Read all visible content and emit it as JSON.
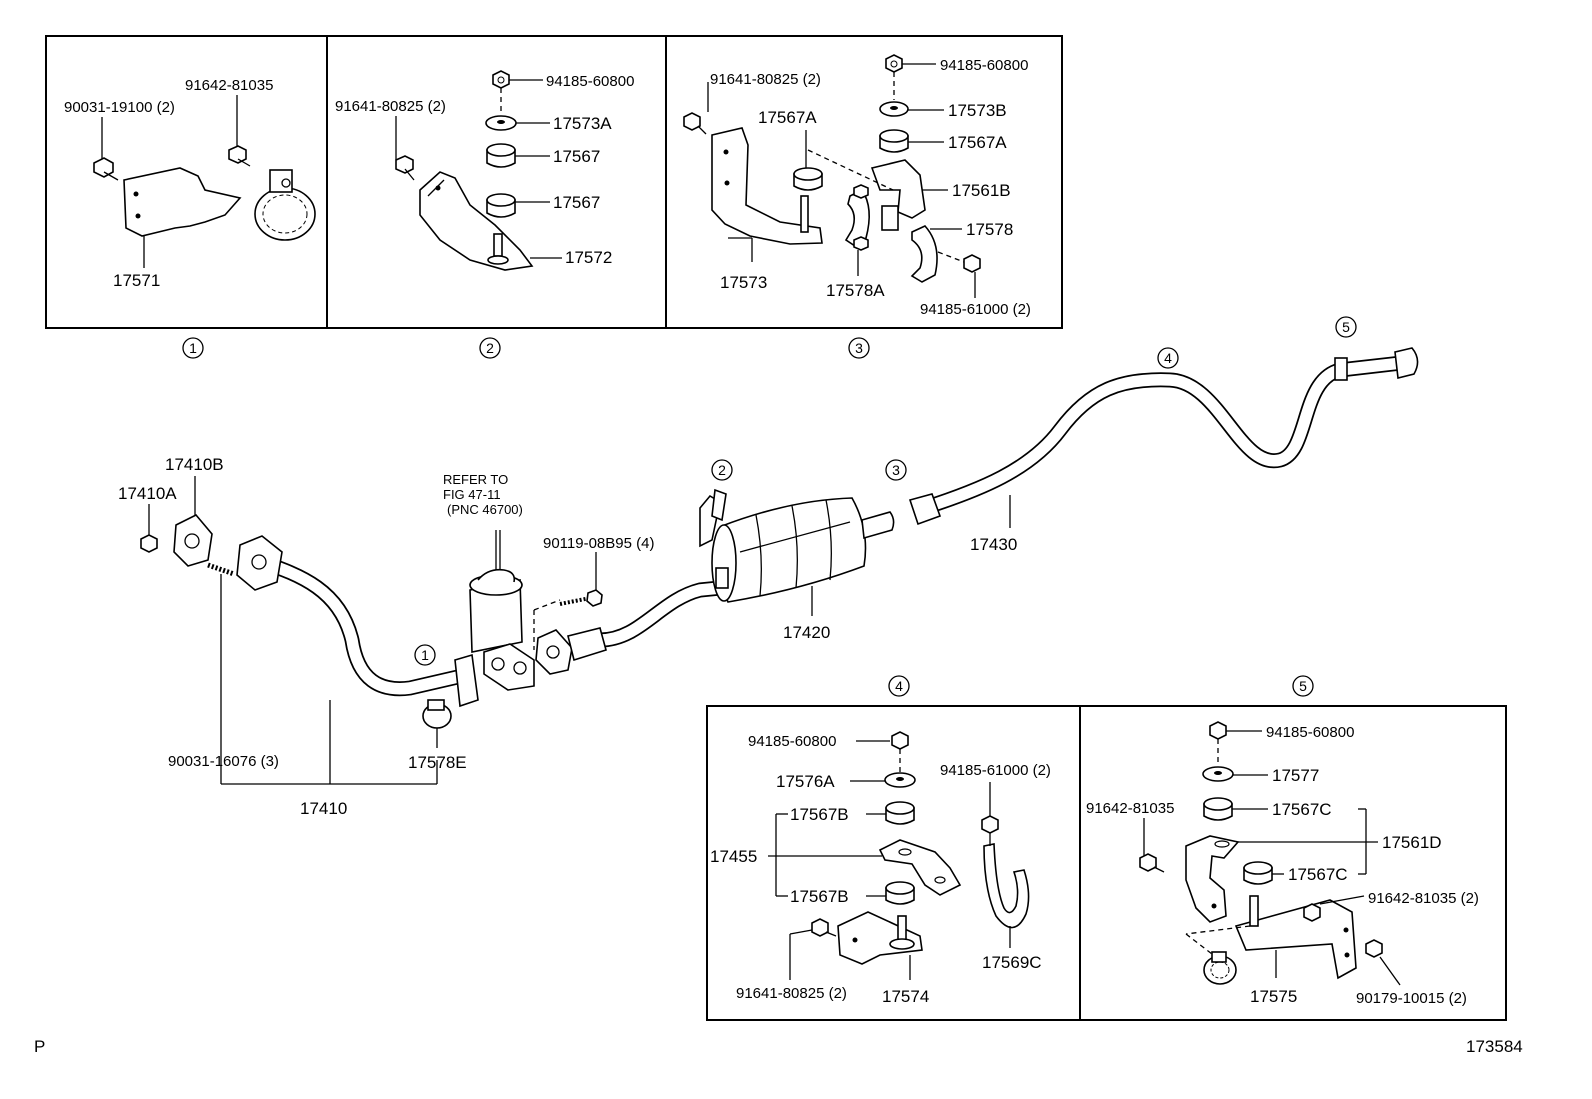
{
  "panels": {
    "p1": {
      "index": "1",
      "labels": {
        "bolt": "90031-19100 (2)",
        "bolt2": "91642-81035",
        "bracket": "17571"
      }
    },
    "p2": {
      "index": "2",
      "labels": {
        "bolt": "91641-80825 (2)",
        "nut": "94185-60800",
        "washer": "17573A",
        "cushion_top": "17567",
        "cushion_bottom": "17567",
        "bracket": "17572"
      }
    },
    "p3": {
      "index": "3",
      "labels": {
        "bolt": "91641-80825 (2)",
        "nut": "94185-60800",
        "washer": "17573B",
        "cushion_top": "17567A",
        "cushion_mid": "17567A",
        "bracket_b": "17561B",
        "clamp": "17578",
        "bracket": "17573",
        "clamp_a": "17578A",
        "nut2": "94185-61000 (2)"
      }
    },
    "p4": {
      "index": "4",
      "labels": {
        "nut": "94185-60800",
        "washer": "17576A",
        "cushion_top": "17567B",
        "bracket": "17455",
        "cushion_bottom": "17567B",
        "bolt": "91641-80825 (2)",
        "support": "17574",
        "nut2": "94185-61000 (2)",
        "clamp": "17569C"
      }
    },
    "p5": {
      "index": "5",
      "labels": {
        "nut": "94185-60800",
        "washer": "17577",
        "bolt": "91642-81035",
        "cushion_top": "17567C",
        "bracket": "17561D",
        "cushion_bottom": "17567C",
        "bolt2": "91642-81035 (2)",
        "support": "17575",
        "bolt3": "90179-10015 (2)"
      }
    }
  },
  "main": {
    "gasket_b": "17410B",
    "nut_a": "17410A",
    "refer_line1": "REFER TO",
    "refer_line2": "FIG 47-11",
    "refer_line3": "(PNC 46700)",
    "bolt": "90119-08B95 (4)",
    "stud": "90031-16076 (3)",
    "clamp": "17578E",
    "front_pipe": "17410",
    "muffler": "17420",
    "tail_pipe": "17430",
    "callouts": [
      "1",
      "2",
      "3",
      "4",
      "5"
    ]
  },
  "footer": {
    "left": "P",
    "right": "173584"
  }
}
